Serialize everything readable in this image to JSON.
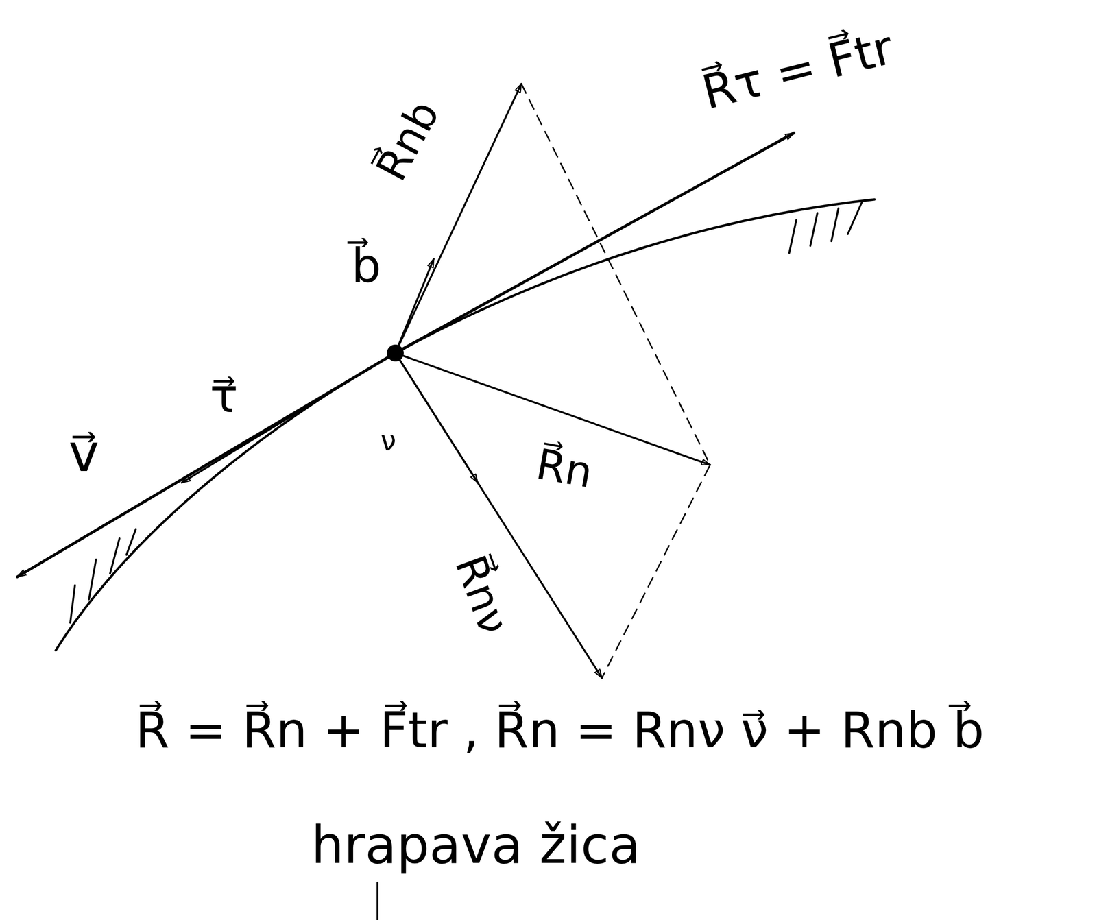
{
  "diagram": {
    "labels": [
      "R⃗nb",
      "R⃗τ = F⃗tr",
      "b⃗",
      "τ⃗",
      "v⃗",
      "ν",
      "R⃗n",
      "R⃗nν",
      "R⃗ = R⃗n + F⃗tr , R⃗n = Rnν ν⃗ + Rnb b⃗",
      "hrapava žica"
    ]
  }
}
